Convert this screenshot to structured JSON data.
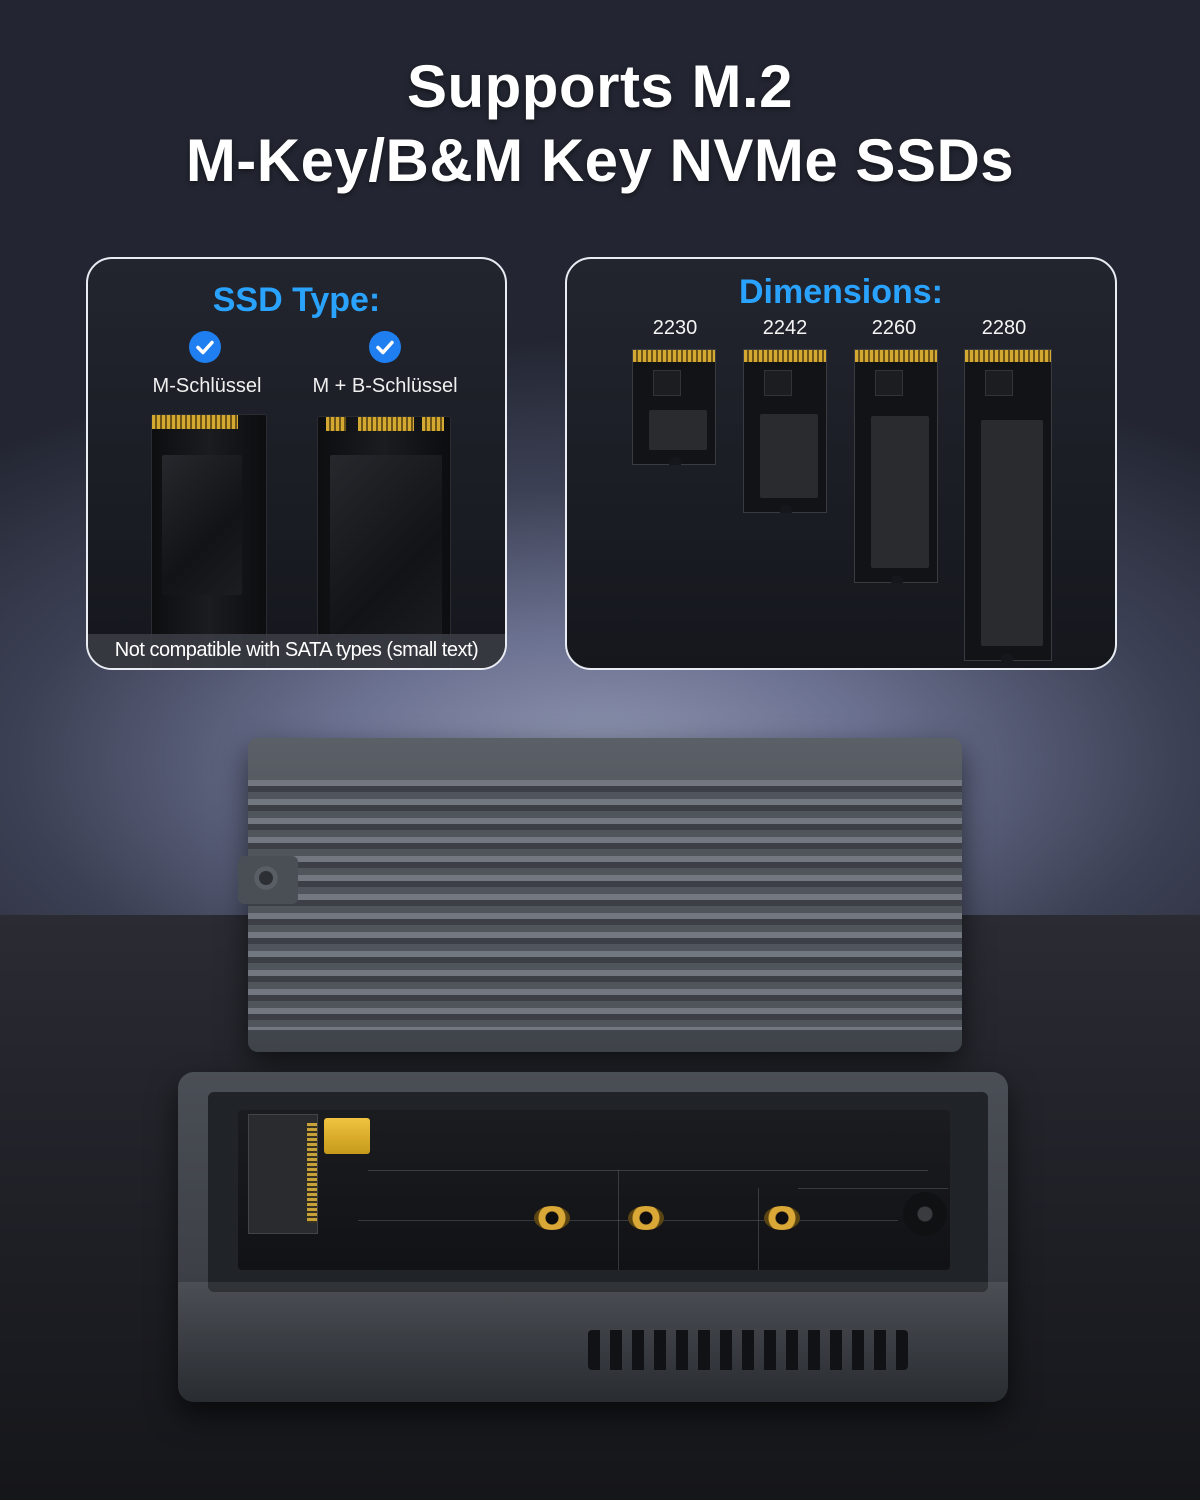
{
  "headline": {
    "line1": "Supports M.2",
    "line2": "M-Key/B&M Key NVMe SSDs"
  },
  "ssd_type_panel": {
    "title": "SSD Type:",
    "types": [
      {
        "label": "M-Schlüssel",
        "checked": true
      },
      {
        "label": "M + B-Schlüssel",
        "checked": true
      }
    ],
    "footnote": "Not compatible with SATA types (small text)"
  },
  "dimensions_panel": {
    "title": "Dimensions:",
    "sizes": [
      "2230",
      "2242",
      "2260",
      "2280"
    ]
  },
  "colors": {
    "accent_blue": "#2aa3ff",
    "check_blue": "#1f7ff0",
    "panel_border": "#e9ecf3",
    "enclosure_gray": "#4a4f56",
    "gold": "#d4a932"
  },
  "icons": [
    "check-circle-icon",
    "check-circle-icon"
  ]
}
